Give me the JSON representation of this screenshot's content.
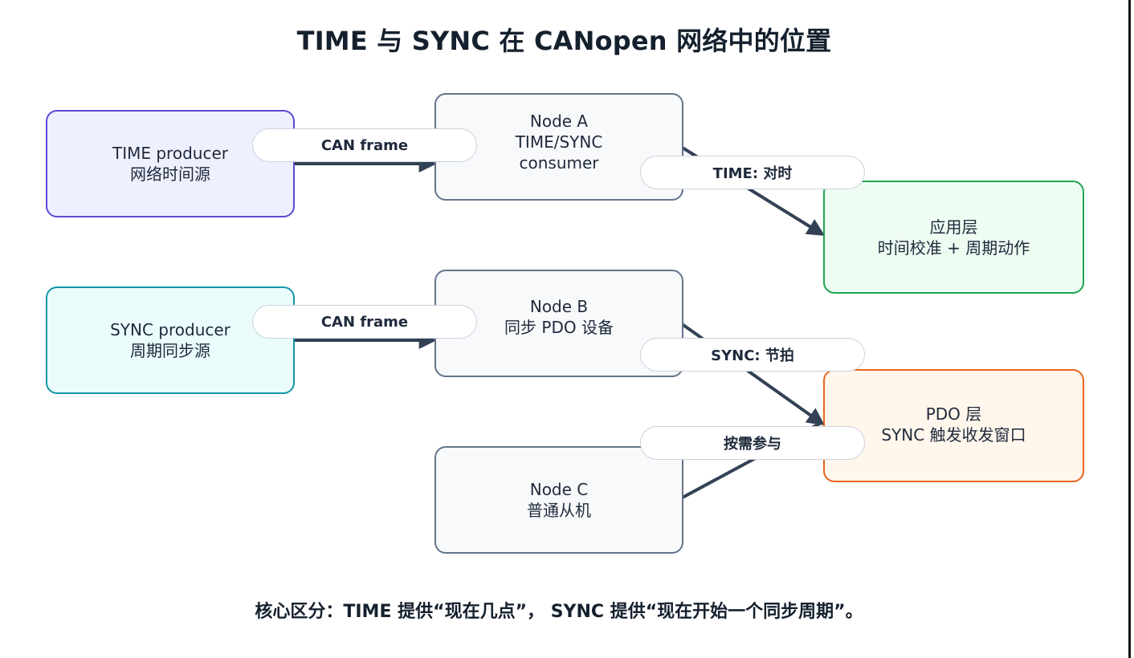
{
  "title": "TIME 与 SYNC 在 CANopen 网络中的位置",
  "nodes": {
    "time_producer": {
      "line1": "TIME producer",
      "line2": "网络时间源"
    },
    "node_a": {
      "line1": "Node A",
      "line2": "TIME/SYNC",
      "line3": "consumer"
    },
    "app_layer": {
      "line1": "应用层",
      "line2": "时间校准 + 周期动作"
    },
    "sync_producer": {
      "line1": "SYNC producer",
      "line2": "周期同步源"
    },
    "node_b": {
      "line1": "Node B",
      "line2": "同步 PDO 设备"
    },
    "pdo_layer": {
      "line1": "PDO 层",
      "line2": "SYNC 触发收发窗口"
    },
    "node_c": {
      "line1": "Node C",
      "line2": "普通从机"
    }
  },
  "edges": {
    "time_can_frame": "CAN frame",
    "time_sync_label": "TIME: 对时",
    "sync_can_frame": "CAN frame",
    "sync_beat_label": "SYNC: 节拍",
    "on_demand_label": "按需参与"
  },
  "caption": "核心区分：TIME 提供“现在几点”， SYNC 提供“现在开始一个同步周期”。",
  "colors": {
    "time_border": "#5b4bd6",
    "sync_border": "#1496a8",
    "app_border": "#1fa552",
    "pdo_border": "#e8651c",
    "neutral_border": "#64748b",
    "edge": "#334155"
  }
}
